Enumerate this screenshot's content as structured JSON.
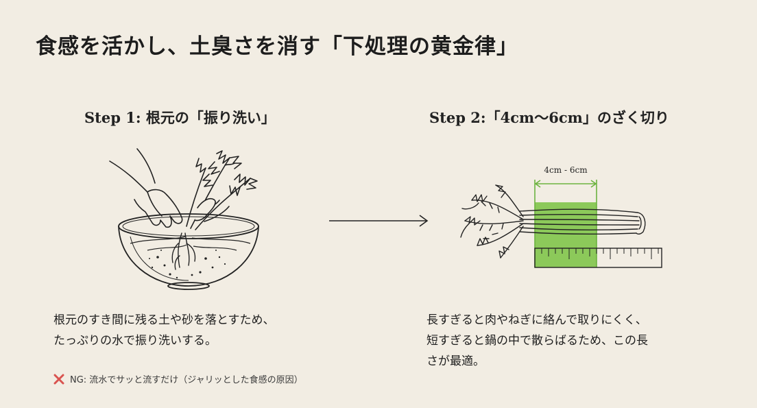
{
  "title": "食感を活かし、土臭さを消す「下処理の黄金律」",
  "step1": {
    "title": "Step 1: 根元の「振り洗い」",
    "description_lines": [
      "根元のすき間に残る土や砂を落とすため、",
      "たっぷりの水で振り洗いする。"
    ],
    "ng_note": "NG: 流水でサッと流すだけ（ジャリッとした食感の原因）",
    "ng_icon": "cross-mark-icon",
    "ng_color": "#d9534f"
  },
  "step2": {
    "title": "Step 2:「4cm〜6cm」のざく切り",
    "measure_label": "4cm - 6cm",
    "highlight_color": "#7fc24a",
    "description_lines": [
      "長すぎると肉やねぎに絡んで取りにくく、",
      "短すぎると鍋の中で散らばるため、この長",
      "さが最適。"
    ]
  },
  "colors": {
    "background": "#f2ede3",
    "ink": "#1f1f1f"
  }
}
